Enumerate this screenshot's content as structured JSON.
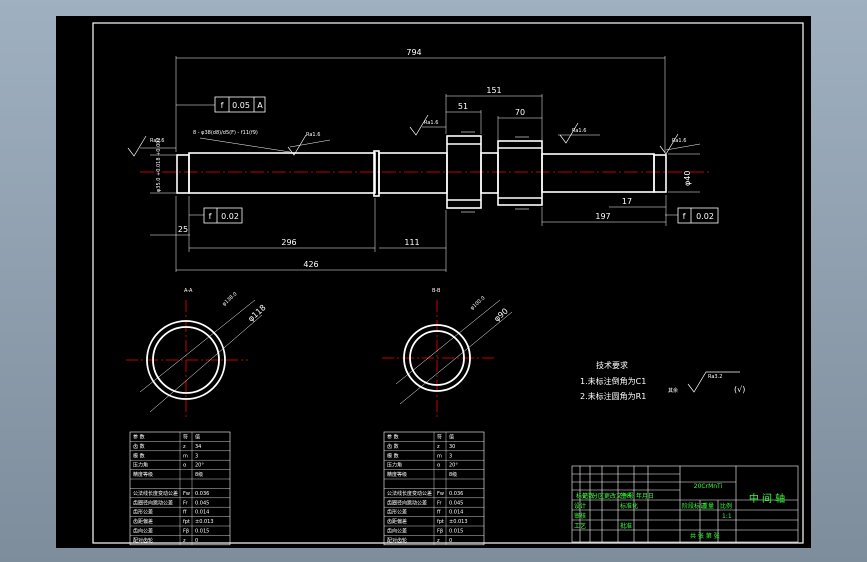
{
  "dimensions": {
    "overall": "794",
    "d151": "151",
    "d51": "51",
    "d70": "70",
    "d25": "25",
    "d296": "296",
    "d111": "111",
    "d426": "426",
    "d197": "197",
    "d17": "17"
  },
  "tolerances": {
    "top": [
      "f",
      "0.05",
      "A"
    ],
    "left": [
      "f",
      "0.02"
    ],
    "right": [
      "f",
      "0.02"
    ]
  },
  "diameters": {
    "left": "φ35.0 +0.018 +0.002",
    "right": "φ40"
  },
  "roughness": [
    "Ra1.6",
    "Ra1.6",
    "Ra1.6",
    "Ra1.6",
    "Ra1.6"
  ],
  "callout_note": "8 - φ38(d8)/d5(F) - f11(f9)",
  "sections": {
    "left_label": "A-A",
    "left_dims": [
      "φ118",
      "φ138.0"
    ],
    "right_label": "B-B",
    "right_dims": [
      "φ90",
      "φ100.0"
    ]
  },
  "tech_req": {
    "title": "技术要求",
    "line1": "1.未标注倒角为C1",
    "line2": "2.未标注圆角为R1",
    "remaining_label": "其余",
    "remaining_value": "Ra3.2"
  },
  "gear_tables": [
    {
      "header": [
        "参 数",
        "符",
        "值"
      ],
      "rows": [
        [
          "齿 数",
          "z",
          "34"
        ],
        [
          "模 数",
          "m",
          "3"
        ],
        [
          "压力角",
          "α",
          "20°"
        ],
        [
          "精度等级",
          "",
          "8级"
        ],
        [
          "",
          "",
          ""
        ],
        [
          "公法线长度变动公差",
          "Fw",
          "0.036"
        ],
        [
          "齿圈径向跳动公差",
          "Fr",
          "0.045"
        ],
        [
          "齿形公差",
          "ff",
          "0.014"
        ],
        [
          "齿距偏差",
          "fpt",
          "±0.013"
        ],
        [
          "齿向公差",
          "Fβ",
          "0.015"
        ],
        [
          "配对齿轮",
          "z",
          "0"
        ]
      ]
    },
    {
      "header": [
        "参 数",
        "符",
        "值"
      ],
      "rows": [
        [
          "齿 数",
          "z",
          "30"
        ],
        [
          "模 数",
          "m",
          "3"
        ],
        [
          "压力角",
          "α",
          "20°"
        ],
        [
          "精度等级",
          "",
          "8级"
        ],
        [
          "",
          "",
          ""
        ],
        [
          "公法线长度变动公差",
          "Fw",
          "0.036"
        ],
        [
          "齿圈径向跳动公差",
          "Fr",
          "0.045"
        ],
        [
          "齿形公差",
          "ff",
          "0.014"
        ],
        [
          "齿距偏差",
          "fpt",
          "±0.013"
        ],
        [
          "齿向公差",
          "Fβ",
          "0.015"
        ],
        [
          "配对齿轮",
          "z",
          "0"
        ]
      ]
    }
  ],
  "title_block": {
    "material": "20CrMnTi",
    "part_name": "中 间 轴",
    "cells": [
      "标记",
      "处数",
      "分区",
      "更改文件号",
      "签名",
      "年月日",
      "设计",
      "标准化",
      "审核",
      "工艺",
      "批准",
      "阶段标记",
      "重量",
      "比例",
      "共 张 第 张"
    ],
    "scale": "1:1"
  },
  "colors": {
    "background": "#000000",
    "frame": "#ffffff",
    "centerline": "#ff0000",
    "title_text": "#39ff39",
    "gradient_top": "#9fb0c0",
    "gradient_bottom": "#7e8d9c"
  }
}
